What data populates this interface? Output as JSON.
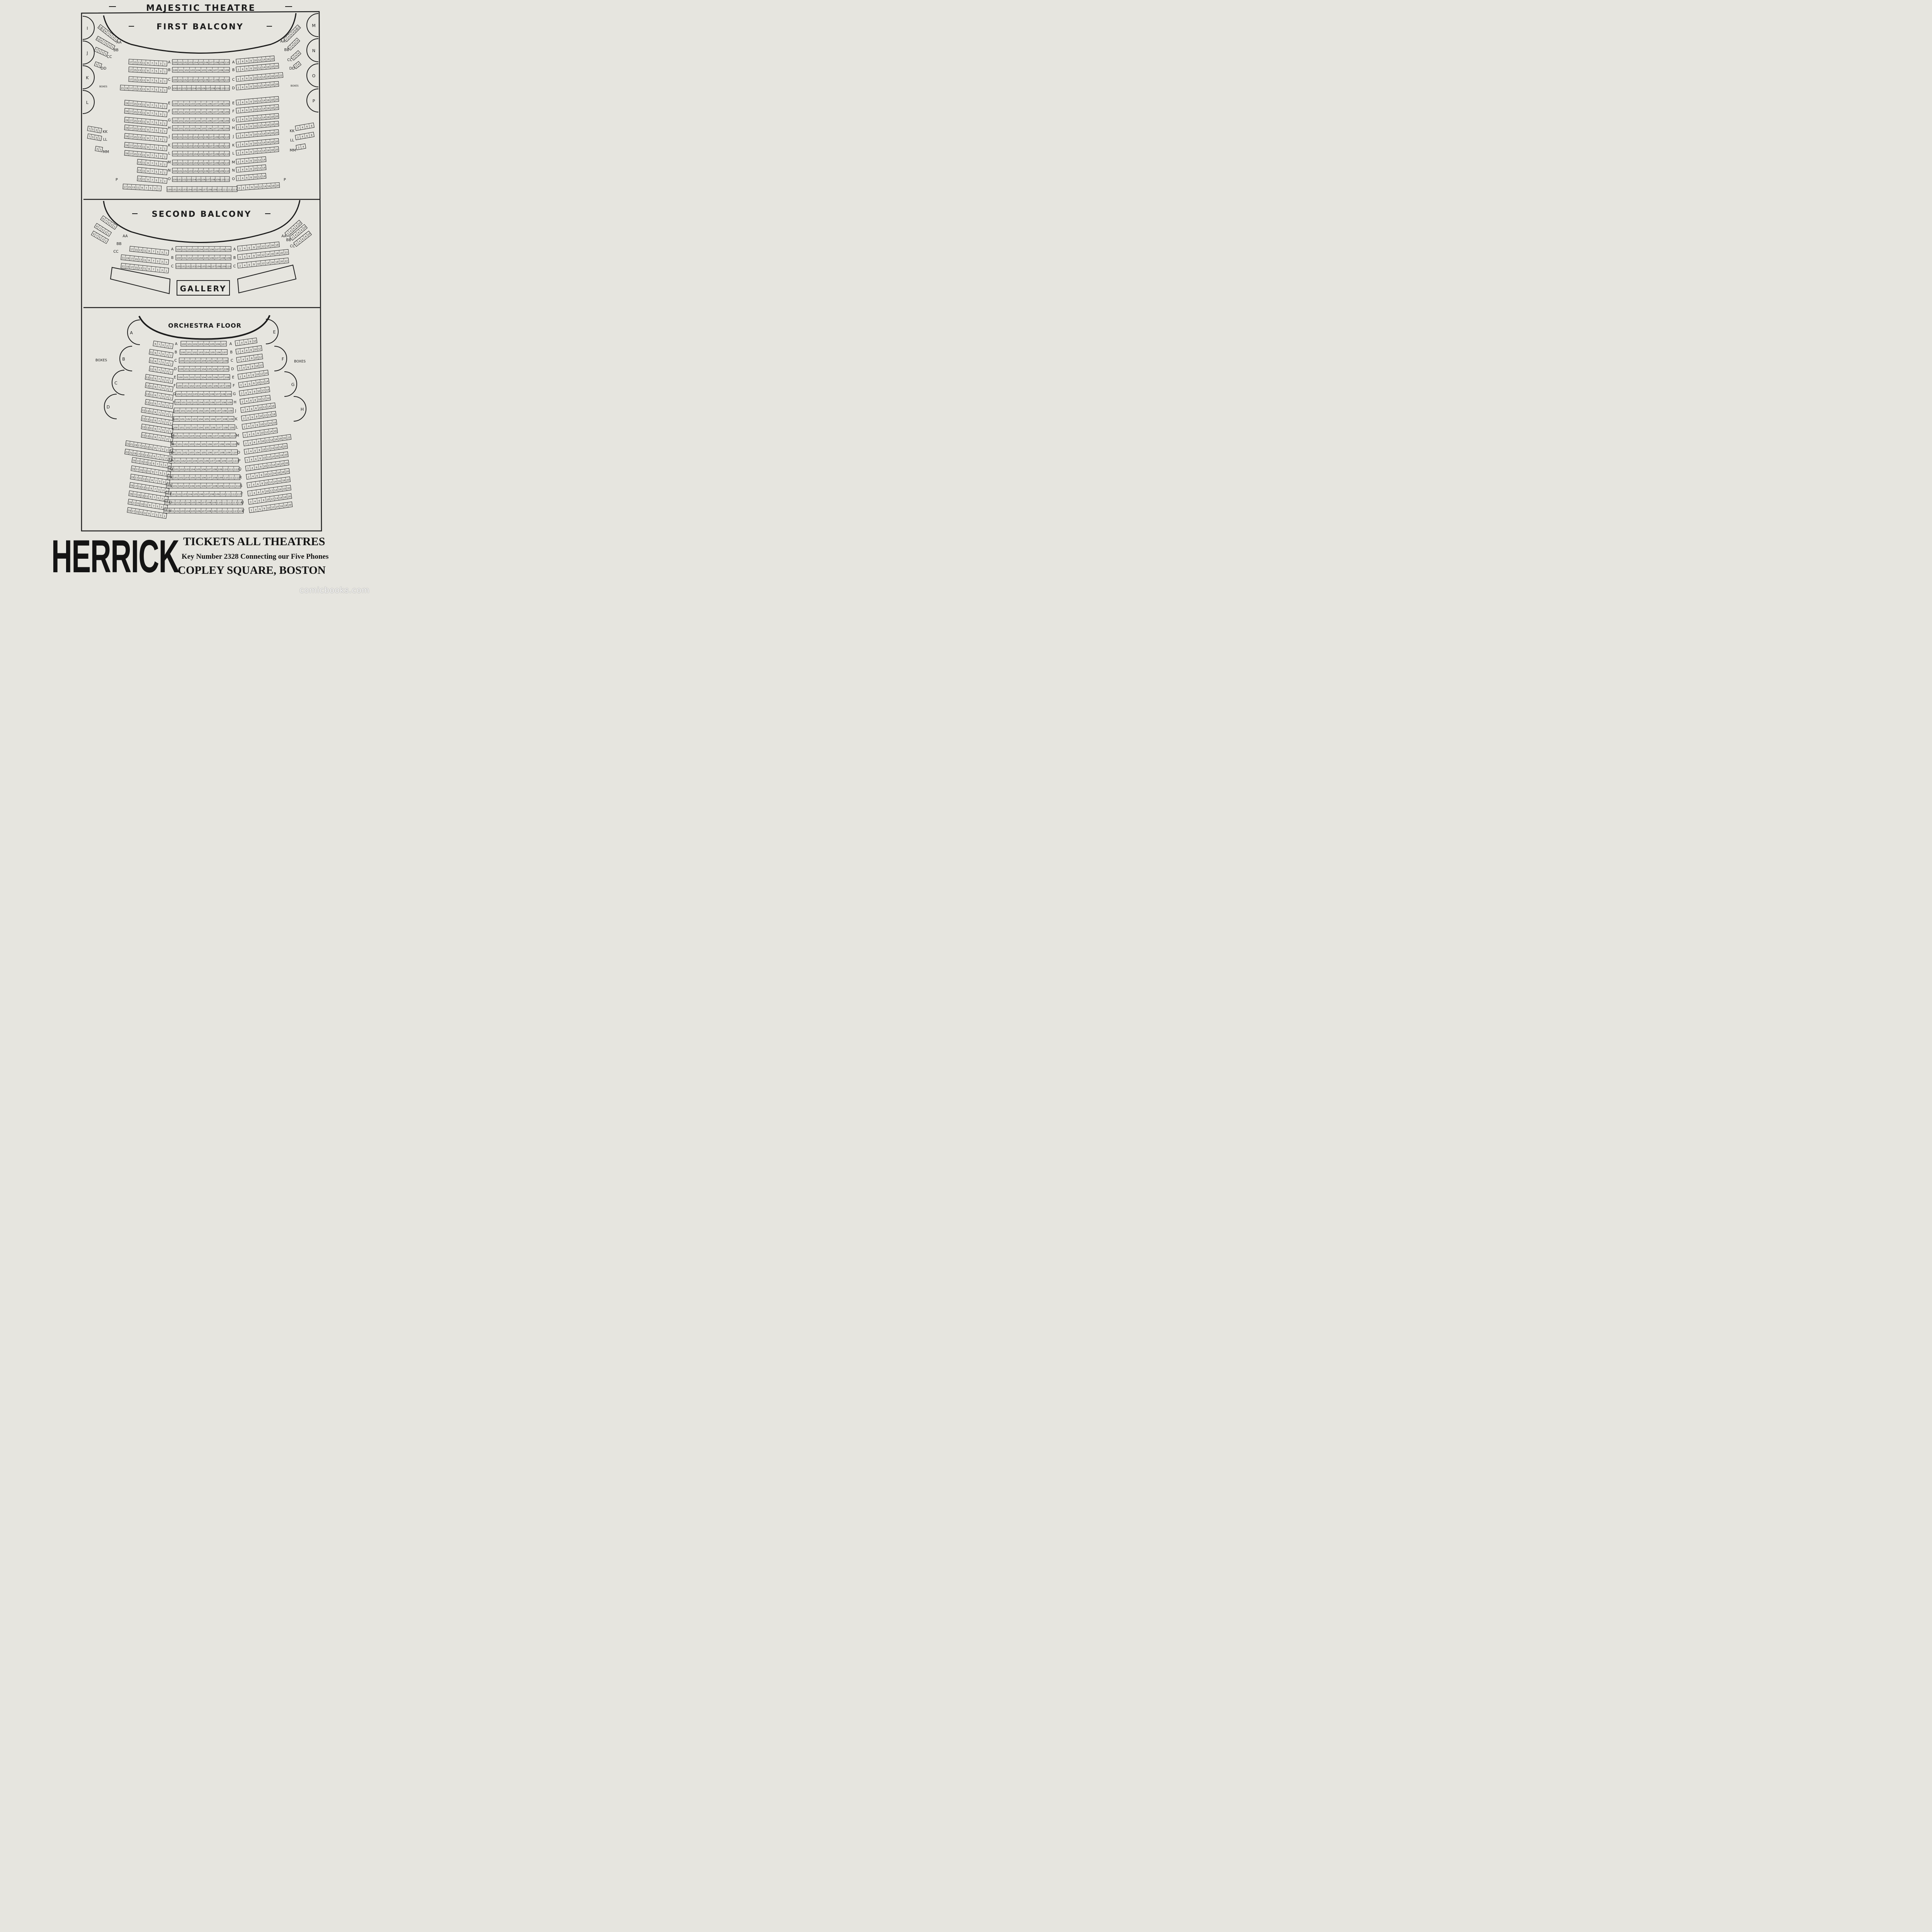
{
  "theatre_title": "MAJESTIC THEATRE",
  "first_balcony": {
    "title": "FIRST BALCONY",
    "boxes_label": "BOXES",
    "left_boxes": [
      "I",
      "J",
      "K",
      "L"
    ],
    "right_boxes": [
      "M",
      "N",
      "O",
      "P"
    ],
    "front_rows": [
      "AA",
      "BB",
      "CC",
      "DD"
    ],
    "rows": [
      "A",
      "B",
      "C",
      "D",
      "E",
      "F",
      "G",
      "H",
      "J",
      "K",
      "L",
      "M",
      "N",
      "O",
      "P"
    ],
    "side_rows": [
      "KK",
      "LL",
      "MM"
    ]
  },
  "second_balcony": {
    "title": "SECOND BALCONY",
    "front_rows": [
      "AA",
      "BB",
      "CC"
    ],
    "rows": [
      "A",
      "B",
      "C"
    ],
    "gallery_label": "GALLERY"
  },
  "orchestra": {
    "title": "ORCHESTRA FLOOR",
    "boxes_label": "BOXES",
    "left_boxes": [
      "A",
      "B",
      "C",
      "D"
    ],
    "right_boxes": [
      "E",
      "F",
      "G",
      "H"
    ],
    "rows": [
      "A",
      "B",
      "C",
      "D",
      "E",
      "F",
      "G",
      "H",
      "J",
      "K",
      "L",
      "M",
      "N",
      "O",
      "P",
      "Q",
      "R",
      "S",
      "T",
      "U",
      "V"
    ]
  },
  "advertisement": {
    "name": "HERRICK",
    "line1": "TICKETS ALL THEATRES",
    "line2": "Key Number 2328 Connecting our Five Phones",
    "line3": "COPLEY SQUARE, BOSTON"
  },
  "watermark": "comicbooks.com",
  "colors": {
    "paper": "#e6e5df",
    "ink": "#1c1c1c"
  }
}
